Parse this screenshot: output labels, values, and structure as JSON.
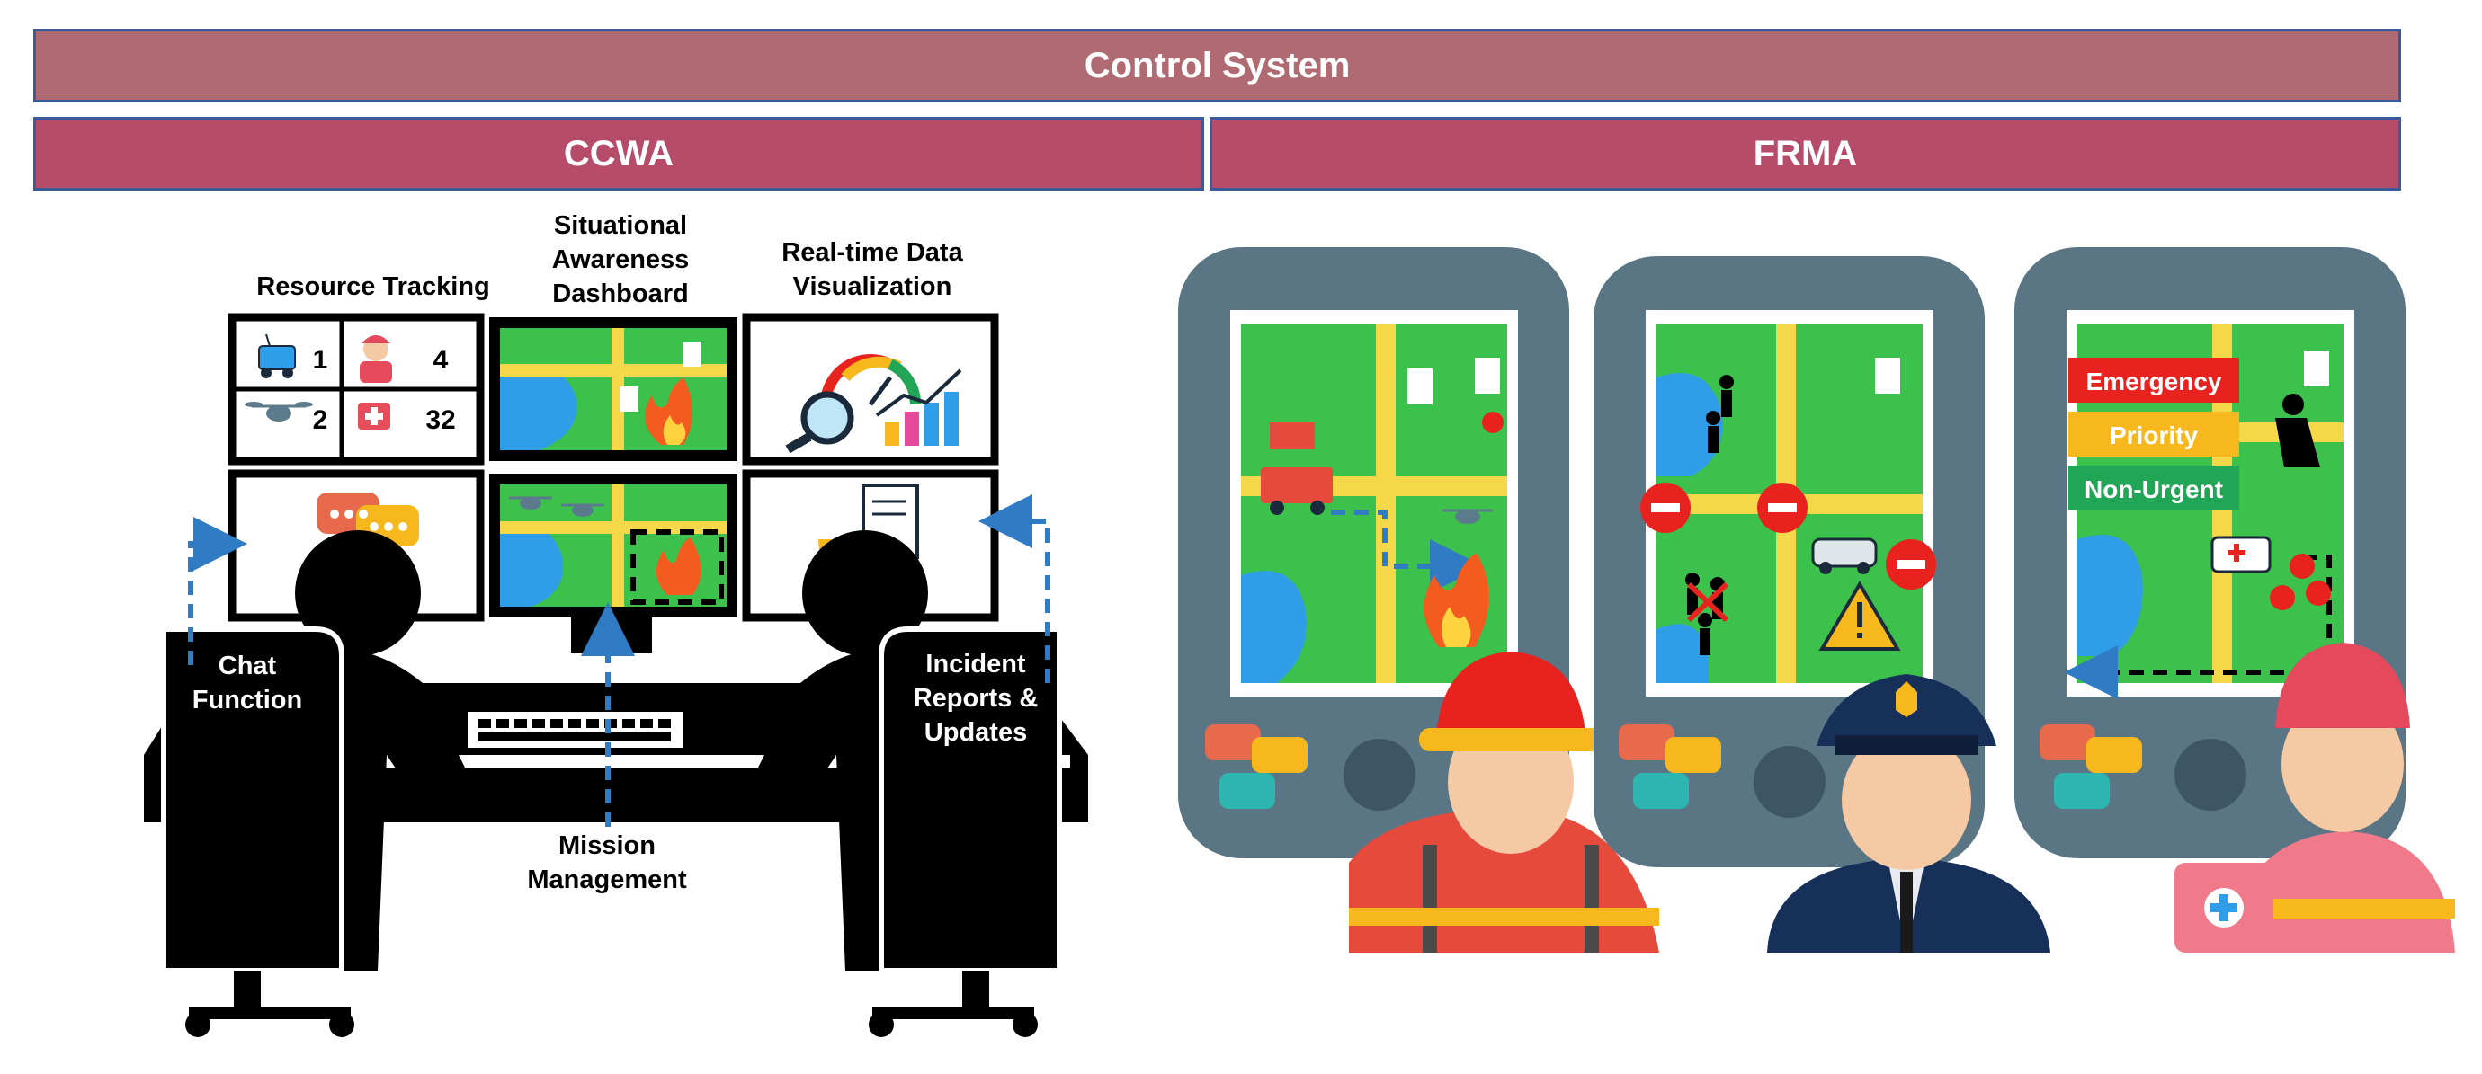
{
  "header": {
    "control_system": "Control System",
    "ccwa": "CCWA",
    "frma": "FRMA"
  },
  "ccwa_labels": {
    "resource_tracking": "Resource Tracking",
    "situational_awareness_dashboard": "Situational\nAwareness\nDashboard",
    "realtime_data_visualization": "Real-time Data\nVisualization",
    "chat_function": "Chat\nFunction",
    "mission_management": "Mission\nManagement",
    "incident_reports_updates": "Incident\nReports &\nUpdates"
  },
  "resource_counts": {
    "robots": "1",
    "drones": "2",
    "responders": "4",
    "medical": "32"
  },
  "frma_priority": {
    "emergency": "Emergency",
    "priority": "Priority",
    "non_urgent": "Non-Urgent"
  },
  "colors": {
    "control_bar": "#b06a72",
    "section_bar": "#b74b6a",
    "phone_body": "#5a7685",
    "map_green": "#3cc14d",
    "road_yellow": "#f5d84a",
    "arrow_blue": "#2f7bc4",
    "emergency": "#e8231f",
    "priority": "#f6b81c",
    "non_urgent": "#21a556"
  }
}
